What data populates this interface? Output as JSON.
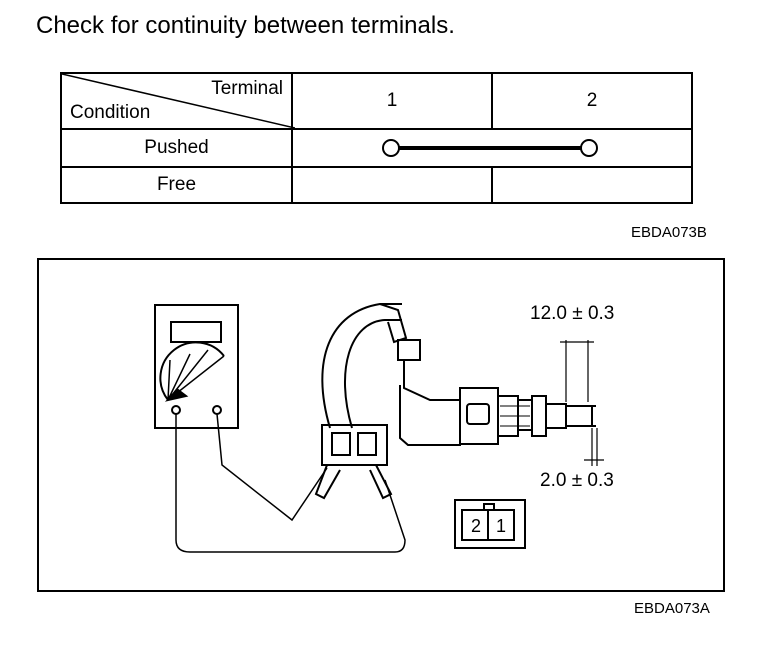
{
  "heading": "Check for continuity between terminals.",
  "table": {
    "header_terminal": "Terminal",
    "header_condition": "Condition",
    "terminals": [
      "1",
      "2"
    ],
    "rows": [
      {
        "condition": "Pushed",
        "continuity": true
      },
      {
        "condition": "Free",
        "continuity": false
      }
    ]
  },
  "code_top": "EBDA073B",
  "diagram": {
    "dimension_length": "12.0 ± 0.3",
    "dimension_gap": "2.0 ± 0.3",
    "connector_pins": [
      "2",
      "1"
    ]
  },
  "code_bottom": "EBDA073A"
}
